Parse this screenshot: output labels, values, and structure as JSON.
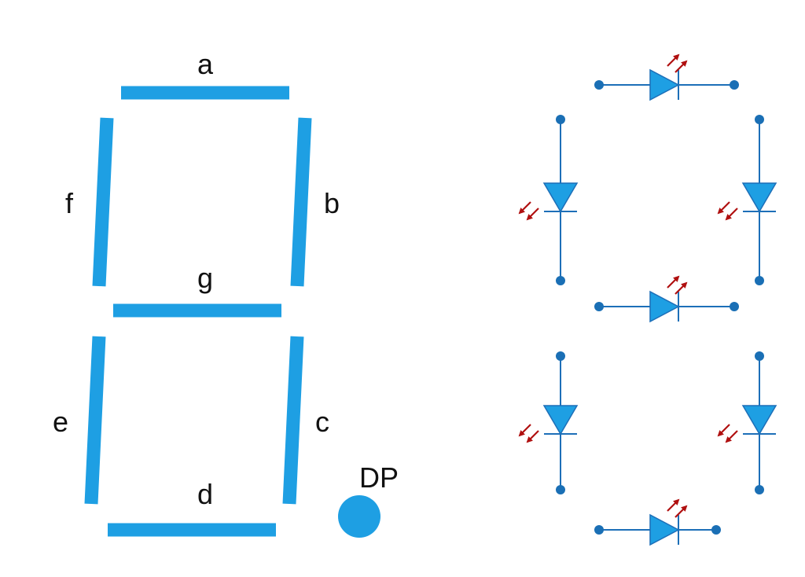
{
  "colors": {
    "segment": "#1e9fe3",
    "led": "#1e9fe3",
    "wire": "#1d6fb8",
    "terminal": "#1a6fb5",
    "emission_arrow": "#b01010",
    "label_text": "#111111"
  },
  "display": {
    "labels": {
      "a": "a",
      "b": "b",
      "c": "c",
      "d": "d",
      "e": "e",
      "f": "f",
      "g": "g",
      "dp": "DP"
    }
  },
  "schematic": {
    "component": "light-emitting-diode",
    "led_count": 7,
    "icons": [
      "led-icon",
      "emission-arrows-icon",
      "terminal-dot-icon"
    ]
  }
}
